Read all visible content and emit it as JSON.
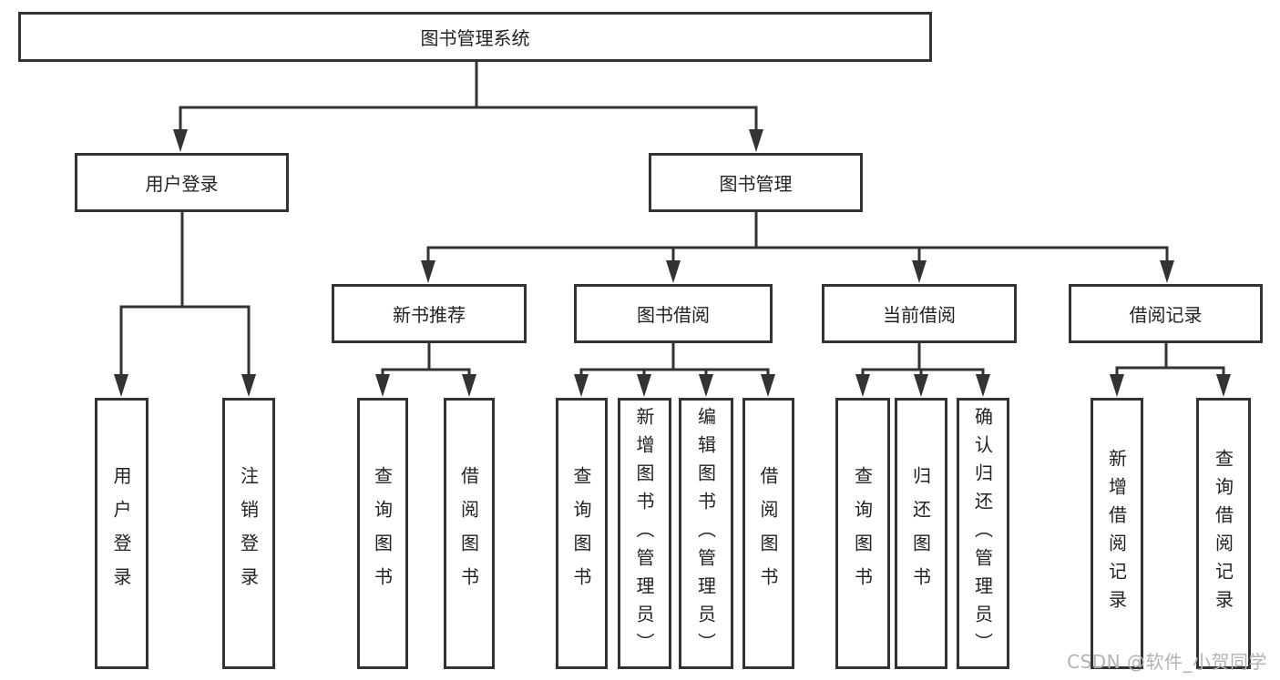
{
  "colors": {
    "line": "#333333",
    "box_border": "#333333",
    "box_background": "#ffffff",
    "text": "#222222",
    "watermark": "#b3b3b3"
  },
  "diagram": {
    "root": {
      "label": "图书管理系统"
    },
    "level2": [
      {
        "label": "用户登录"
      },
      {
        "label": "图书管理"
      }
    ],
    "level3": [
      {
        "label": "新书推荐"
      },
      {
        "label": "图书借阅"
      },
      {
        "label": "当前借阅"
      },
      {
        "label": "借阅记录"
      }
    ],
    "leaves": {
      "user_login": [
        {
          "label": "用户登录"
        },
        {
          "label": "注销登录"
        }
      ],
      "new_book": [
        {
          "label": "查询图书"
        },
        {
          "label": "借阅图书"
        }
      ],
      "book_borrow": [
        {
          "label": "查询图书"
        },
        {
          "label": "新增图书（管理员）"
        },
        {
          "label": "编辑图书（管理员）"
        },
        {
          "label": "借阅图书"
        }
      ],
      "current_borrow": [
        {
          "label": "查询图书"
        },
        {
          "label": "归还图书"
        },
        {
          "label": "确认归还（管理员）"
        }
      ],
      "borrow_record": [
        {
          "label": "新增借阅记录"
        },
        {
          "label": "查询借阅记录"
        }
      ]
    }
  },
  "watermark": {
    "text": "CSDN @软件_小贺同学"
  }
}
